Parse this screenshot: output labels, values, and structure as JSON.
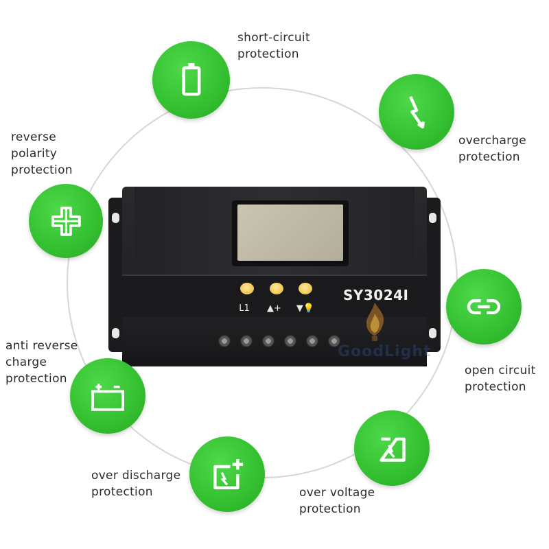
{
  "device": {
    "model": "SY3024I",
    "key_glyphs": [
      "L1",
      "▲+",
      "▼💡"
    ],
    "watermark": "GoodLight"
  },
  "features": [
    {
      "id": "short-circuit",
      "label": "short-circuit\nprotection",
      "icon": "battery-icon",
      "color": "#35c232"
    },
    {
      "id": "overcharge",
      "label": "overcharge\nprotection",
      "icon": "lightning-icon",
      "color": "#35c232"
    },
    {
      "id": "open-circuit",
      "label": "open circuit\nprotection",
      "icon": "link-icon",
      "color": "#35c232"
    },
    {
      "id": "over-voltage",
      "label": "over voltage\nprotection",
      "icon": "battery-bolt-icon",
      "color": "#35c232"
    },
    {
      "id": "over-discharge",
      "label": "over discharge\nprotection",
      "icon": "battery-plus-icon",
      "color": "#35c232"
    },
    {
      "id": "anti-reverse-charge",
      "label": "anti reverse\ncharge\nprotection",
      "icon": "battery-terminals-icon",
      "color": "#35c232"
    },
    {
      "id": "reverse-polarity",
      "label": "reverse\npolarity\nprotection",
      "icon": "cross-icon",
      "color": "#35c232"
    }
  ]
}
